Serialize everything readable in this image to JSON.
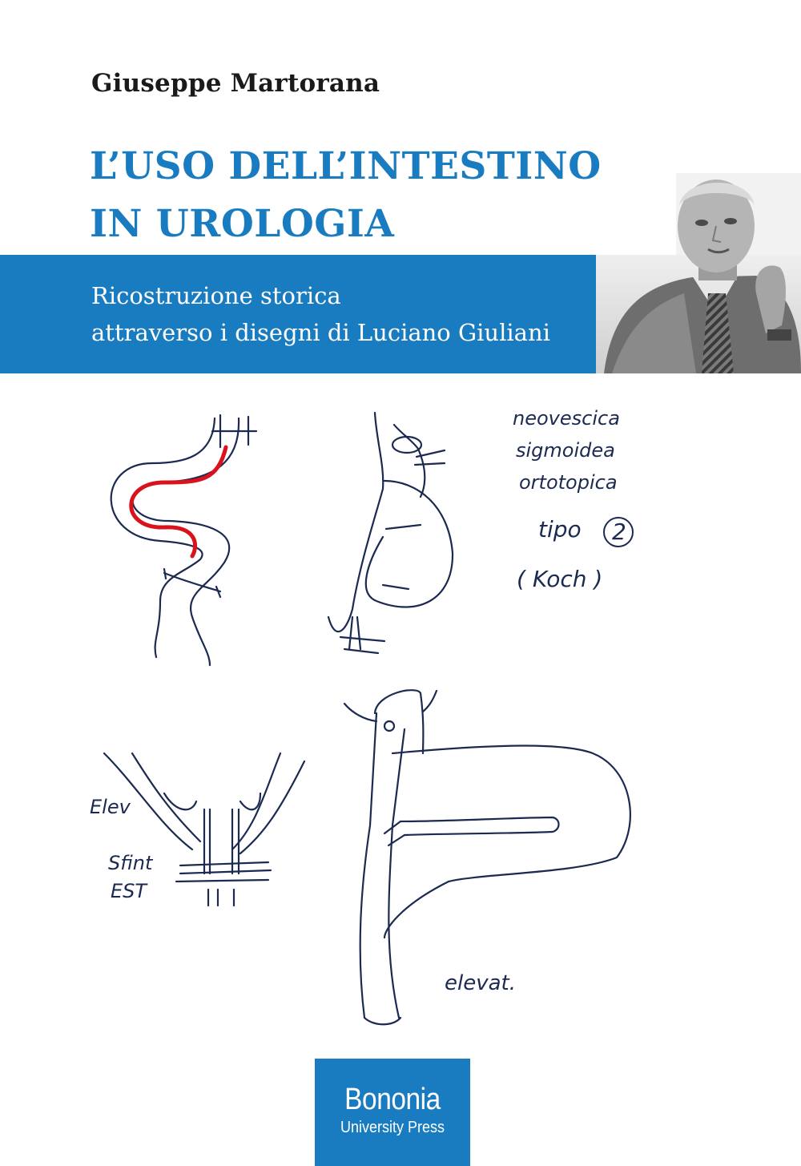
{
  "cover": {
    "author": "Giuseppe Martorana",
    "title_line1": "L’USO DELL’INTESTINO",
    "title_line2": "IN UROLOGIA",
    "subtitle_line1": "Ricostruzione storica",
    "subtitle_line2": "attraverso i disegni di Luciano Giuliani"
  },
  "sketch_notes": {
    "note1": "neovescica",
    "note2": "sigmoidea",
    "note3": "ortotopica",
    "note4": "tipo",
    "note4_number": "2",
    "note5": "( Koch )",
    "elev": "Elev",
    "sfint": "Sfint",
    "est": "EST",
    "elevat": "elevat."
  },
  "publisher": {
    "name": "Bononia",
    "subline": "University Press"
  },
  "colors": {
    "accent_blue": "#1a7cc0",
    "ink": "#1c2a52",
    "red_marker": "#d9121b"
  }
}
